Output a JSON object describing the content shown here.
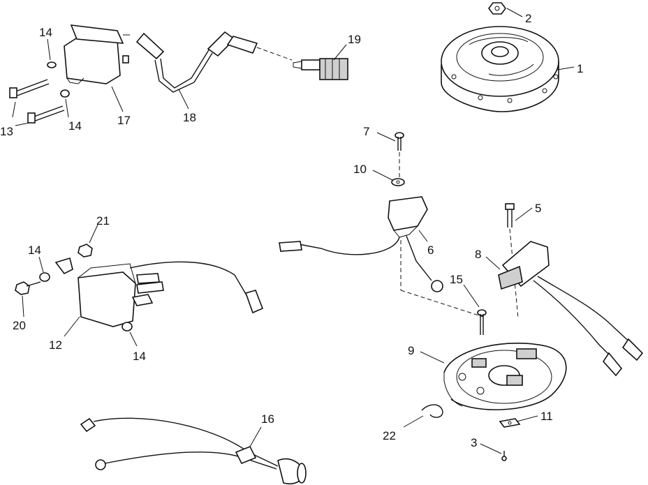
{
  "diagram": {
    "callouts": [
      "1",
      "2",
      "3",
      "5",
      "6",
      "7",
      "8",
      "9",
      "10",
      "11",
      "12",
      "13",
      "14",
      "14",
      "14",
      "14",
      "15",
      "16",
      "17",
      "18",
      "19",
      "20",
      "21",
      "22"
    ]
  }
}
